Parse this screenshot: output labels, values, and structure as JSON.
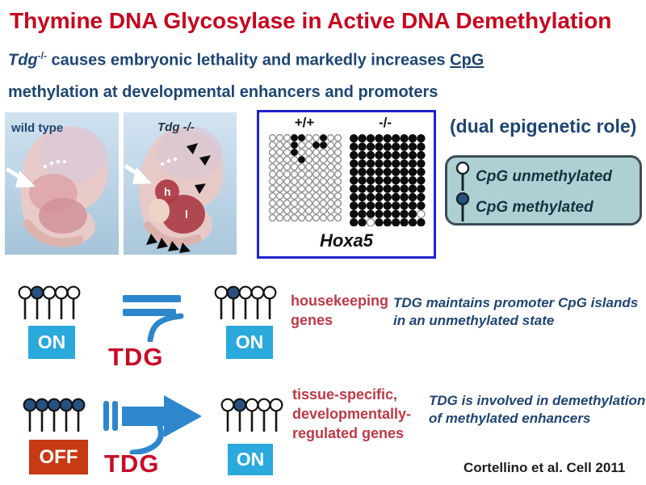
{
  "slide": {
    "title": "Thymine DNA Glycosylase in Active DNA Demethylation",
    "subtitle": {
      "gene": "Tdg",
      "sup": "-/-",
      "line1_rest": " causes embryonic lethality and markedly increases ",
      "line1_underlined": "CpG",
      "line2": "methylation at developmental enhancers and promoters"
    },
    "embryo_panels": {
      "wild_type_label": "wild type",
      "mutant_label": "Tdg -/-",
      "heart_label": "h",
      "liver_label": "l"
    },
    "hoxa5": {
      "wt_header": "+/+",
      "ko_header": "-/-",
      "gene_label": "Hoxa5",
      "wt_grid": {
        "rows": 12,
        "cols": 10,
        "default": "open",
        "exceptions": [
          [
            0,
            3
          ],
          [
            0,
            4
          ],
          [
            0,
            7
          ],
          [
            1,
            3
          ],
          [
            1,
            6
          ],
          [
            1,
            7
          ],
          [
            2,
            3
          ],
          [
            3,
            4
          ]
        ]
      },
      "ko_grid": {
        "rows": 11,
        "cols": 9,
        "default": "filled",
        "exceptions": [
          [
            9,
            8
          ],
          [
            10,
            2
          ]
        ]
      }
    },
    "dual_role_note": "(dual epigenetic role)",
    "legend": {
      "unmethylated_label": "CpG unmethylated",
      "methylated_label": "CpG methylated"
    },
    "row1": {
      "left_lollipops": [
        0,
        1,
        0,
        0,
        0
      ],
      "right_lollipops": [
        0,
        1,
        0,
        0,
        0
      ],
      "left_state": "ON",
      "right_state": "ON",
      "enzyme": "TDG",
      "gene_class_lines": [
        "housekeeping",
        "genes"
      ],
      "note": {
        "line1": "TDG maintains promoter CpG islands",
        "line2_pre": "in an ",
        "bold": "unmethylated",
        "line2_post": " state"
      }
    },
    "row2": {
      "left_lollipops": [
        1,
        1,
        1,
        1,
        1
      ],
      "right_lollipops": [
        0,
        1,
        0,
        0,
        0
      ],
      "left_state": "OFF",
      "right_state": "ON",
      "enzyme": "TDG",
      "gene_class_lines": [
        "tissue-specific,",
        "developmentally-",
        "regulated genes"
      ],
      "note": {
        "line1": "TDG is involved in demethylation",
        "line2_pre": "of ",
        "bold": "methylated",
        "line2_post": " enhancers"
      }
    },
    "citation": "Cortellino et al. Cell 2011",
    "colors": {
      "title_red": "#c4051f",
      "body_blue": "#1f4571",
      "accent_red": "#bc3a48",
      "tdg_red": "#c60b28",
      "on_cyan": "#29a9dc",
      "off_orange": "#c63a14",
      "arrow_blue": "#2e86cc",
      "legend_bg": "#aed0d3",
      "hoxa5_border": "#2222cc",
      "lollipop_navy": "#27517e"
    }
  }
}
